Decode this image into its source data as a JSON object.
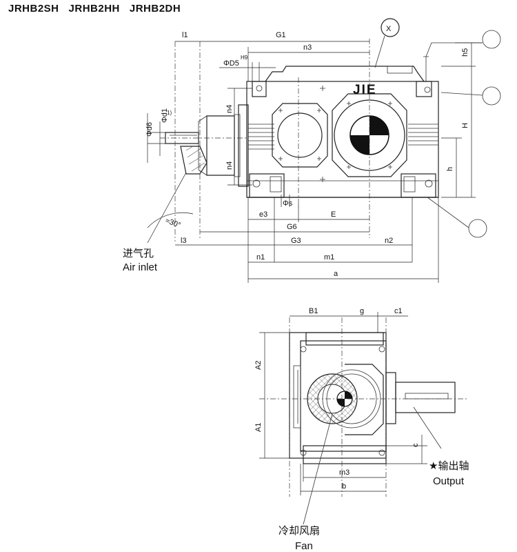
{
  "title": "JRHB2SH   JRHB2HH   JRHB2DH",
  "logo_text": "JIE",
  "top_view": {
    "dims": {
      "l1": "l1",
      "G1": "G1",
      "n3": "n3",
      "phiD5": "ΦD5",
      "H9": "H9",
      "n4_top": "n4",
      "n4_bottom": "n4",
      "phid1": "Φd1",
      "note1": "1)",
      "phid6": "Φd6",
      "h5": "h5",
      "H": "H",
      "h": "h",
      "phis": "Φs",
      "e3": "e3",
      "E": "E",
      "G6": "G6",
      "l3": "l3",
      "G3": "G3",
      "n2": "n2",
      "n1": "n1",
      "m1": "m1",
      "a": "a",
      "angle": "≈30°",
      "X": "X"
    },
    "air_inlet_cn": "进气孔",
    "air_inlet_en": "Air inlet"
  },
  "bottom_view": {
    "dims": {
      "B1": "B1",
      "g": "g",
      "c1": "c1",
      "A2": "A2",
      "A1": "A1",
      "c": "c",
      "m3": "m3",
      "b": "b"
    },
    "output_cn": "★输出轴",
    "output_en": "Output",
    "fan_cn": "冷却风扇",
    "fan_en": "Fan"
  }
}
